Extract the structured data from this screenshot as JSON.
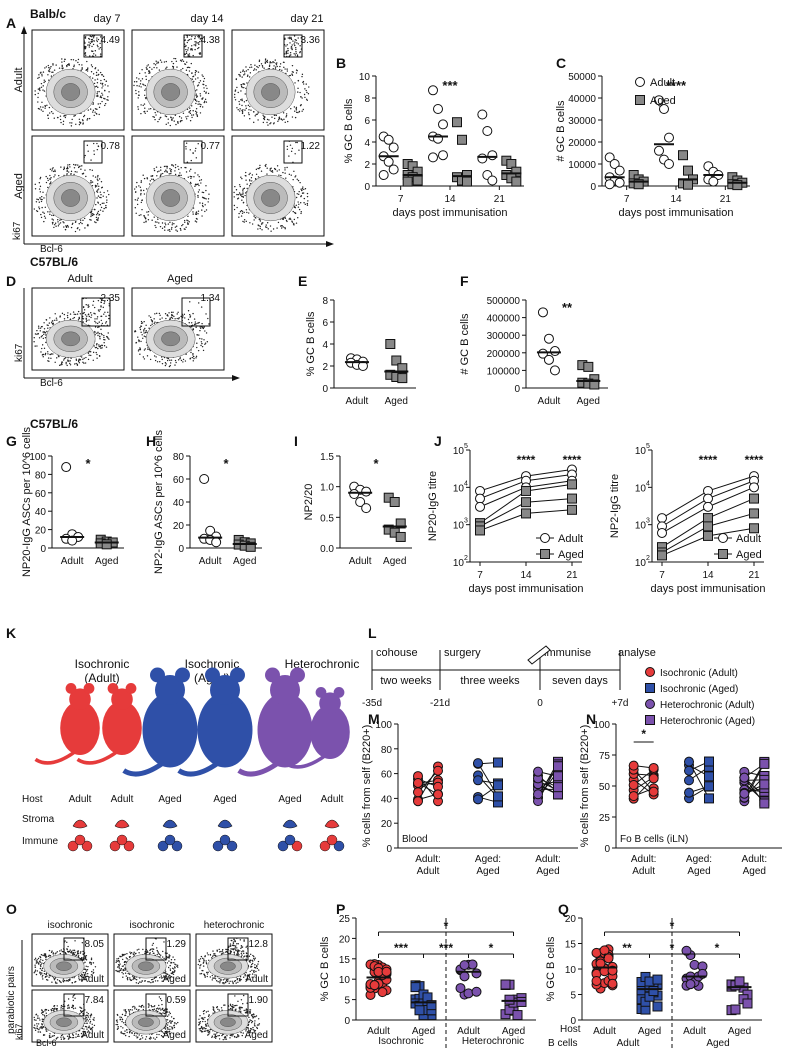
{
  "panel_letters": [
    "A",
    "B",
    "C",
    "D",
    "E",
    "F",
    "G",
    "H",
    "I",
    "J",
    "K",
    "L",
    "M",
    "N",
    "O",
    "P",
    "Q"
  ],
  "strain_labels": {
    "a": "Balb/c",
    "d": "C57BL/6",
    "g": "C57BL/6"
  },
  "flow_a": {
    "days": [
      "day 7",
      "day 14",
      "day 21"
    ],
    "rows": [
      "Adult",
      "Aged"
    ],
    "gates": [
      [
        "4.49",
        "4.38",
        "3.36"
      ],
      [
        "0.78",
        "0.77",
        "1.22"
      ]
    ],
    "xaxis": "Bcl-6",
    "yaxis": "ki67"
  },
  "flow_d": {
    "cols": [
      "Adult",
      "Aged"
    ],
    "gates": [
      "2.35",
      "1.34"
    ],
    "xaxis": "Bcl-6",
    "yaxis": "ki67"
  },
  "flow_o": {
    "cols": [
      "isochronic",
      "isochronic",
      "heterochronic"
    ],
    "gates": [
      [
        "8.05",
        "1.29",
        "12.8"
      ],
      [
        "7.84",
        "0.59",
        "1.90"
      ]
    ],
    "labels": [
      [
        "Adult",
        "Aged",
        "Adult"
      ],
      [
        "Adult",
        "Aged",
        "Aged"
      ]
    ],
    "side": "parabiotic pairs",
    "xaxis": "Bcl-6",
    "yaxis": "ki67"
  },
  "legend_adult_aged": [
    "Adult",
    "Aged"
  ],
  "chart_data": [
    {
      "panel": "B",
      "type": "scatter",
      "ylabel": "% GC B cells",
      "xlabel": "days post immunisation",
      "categories": [
        "7",
        "14",
        "21"
      ],
      "ylim": [
        0,
        10
      ],
      "yticks": [
        "0",
        "2",
        "4",
        "6",
        "8",
        "10"
      ],
      "significance": [
        "",
        "***",
        ""
      ],
      "series": [
        {
          "name": "Adult",
          "values": [
            [
              4.5,
              4.2,
              3.5,
              2.7,
              2.2,
              1.5,
              1.0
            ],
            [
              8.7,
              7.0,
              5.6,
              4.5,
              4.3,
              2.8,
              2.6
            ],
            [
              6.5,
              5.0,
              2.8,
              2.5,
              1.0,
              0.5
            ]
          ]
        },
        {
          "name": "Aged",
          "values": [
            [
              2.0,
              1.8,
              1.3,
              1.0,
              0.8,
              0.5,
              0.4
            ],
            [
              5.8,
              4.2,
              1.0,
              0.8,
              0.5,
              0.4
            ],
            [
              2.3,
              2.0,
              1.3,
              1.0,
              0.7,
              0.4
            ]
          ]
        }
      ]
    },
    {
      "panel": "C",
      "type": "scatter",
      "ylabel": "# GC B cells",
      "xlabel": "days post immunisation",
      "categories": [
        "7",
        "14",
        "21"
      ],
      "ylim": [
        0,
        50000
      ],
      "yticks": [
        "0",
        "10000",
        "20000",
        "30000",
        "40000",
        "50000"
      ],
      "significance": [
        "",
        "****",
        ""
      ],
      "series": [
        {
          "name": "Adult",
          "values": [
            [
              13000,
              10000,
              7000,
              4000,
              2500,
              1500,
              800
            ],
            [
              39000,
              35000,
              22000,
              16000,
              12000,
              10000
            ],
            [
              9000,
              6500,
              5000,
              3000,
              2000
            ]
          ]
        },
        {
          "name": "Aged",
          "values": [
            [
              5000,
              3000,
              2000,
              1200,
              800
            ],
            [
              14000,
              7000,
              3000,
              1200,
              600
            ],
            [
              4000,
              2500,
              1500,
              800,
              400
            ]
          ]
        }
      ]
    },
    {
      "panel": "E",
      "type": "scatter",
      "ylabel": "% GC B cells",
      "categories": [
        "Adult",
        "Aged"
      ],
      "ylim": [
        0,
        8
      ],
      "yticks": [
        "0",
        "2",
        "4",
        "6",
        "8"
      ],
      "significance": [
        "",
        ""
      ],
      "series": [
        {
          "name": "Adult",
          "values": [
            [
              2.7,
              2.6,
              2.4,
              2.3,
              2.1,
              2.0
            ]
          ]
        },
        {
          "name": "Aged",
          "values": [
            [
              4.0,
              2.5,
              1.8,
              1.2,
              1.0,
              0.9
            ]
          ]
        }
      ]
    },
    {
      "panel": "F",
      "type": "scatter",
      "ylabel": "# GC B cells",
      "categories": [
        "Adult",
        "Aged"
      ],
      "ylim": [
        0,
        500000
      ],
      "yticks": [
        "0",
        "100000",
        "200000",
        "300000",
        "400000",
        "500000"
      ],
      "significance": [
        "**"
      ],
      "series": [
        {
          "name": "Adult",
          "values": [
            [
              430000,
              280000,
              210000,
              195000,
              160000,
              100000
            ]
          ]
        },
        {
          "name": "Aged",
          "values": [
            [
              130000,
              120000,
              50000,
              30000,
              25000,
              20000
            ]
          ]
        }
      ]
    },
    {
      "panel": "G",
      "type": "scatter",
      "ylabel": "NP20-IgG ASCs per 10^6 cells",
      "categories": [
        "Adult",
        "Aged"
      ],
      "ylim": [
        0,
        100
      ],
      "yticks": [
        "0",
        "20",
        "40",
        "60",
        "80",
        "100"
      ],
      "significance": [
        "*"
      ],
      "series": [
        {
          "name": "Adult",
          "values": [
            [
              88,
              15,
              12,
              10,
              8
            ]
          ]
        },
        {
          "name": "Aged",
          "values": [
            [
              9,
              7,
              6,
              5,
              4
            ]
          ]
        }
      ]
    },
    {
      "panel": "H",
      "type": "scatter",
      "ylabel": "NP2-IgG ASCs per 10^6 cells",
      "categories": [
        "Adult",
        "Aged"
      ],
      "ylim": [
        0,
        80
      ],
      "yticks": [
        "0",
        "20",
        "40",
        "60",
        "80"
      ],
      "significance": [
        "*"
      ],
      "series": [
        {
          "name": "Adult",
          "values": [
            [
              60,
              15,
              10,
              8,
              7,
              5
            ]
          ]
        },
        {
          "name": "Aged",
          "values": [
            [
              7,
              5,
              4,
              3,
              2,
              1
            ]
          ]
        }
      ]
    },
    {
      "panel": "I",
      "type": "scatter",
      "ylabel": "NP2/20",
      "categories": [
        "Adult",
        "Aged"
      ],
      "ylim": [
        0,
        1.5
      ],
      "yticks": [
        "0.0",
        "0.5",
        "1.0",
        "1.5"
      ],
      "significance": [
        "*"
      ],
      "series": [
        {
          "name": "Adult",
          "values": [
            [
              1.0,
              0.95,
              0.92,
              0.88,
              0.75,
              0.65
            ]
          ]
        },
        {
          "name": "Aged",
          "values": [
            [
              0.82,
              0.75,
              0.4,
              0.3,
              0.25,
              0.18
            ]
          ]
        }
      ]
    },
    {
      "panel": "J1",
      "type": "line",
      "ylabel": "NP20-IgG titre",
      "xlabel": "days post immunisation",
      "categories": [
        "7",
        "14",
        "21"
      ],
      "yscale": "log",
      "ylim": [
        100,
        100000
      ],
      "yticks": [
        "10^2",
        "10^3",
        "10^4",
        "10^5"
      ],
      "significance": [
        "",
        "****",
        "****"
      ],
      "series": [
        {
          "name": "Adult",
          "values": [
            [
              8000,
              5000,
              3000
            ],
            [
              20000,
              15000,
              10000
            ],
            [
              30000,
              22000,
              15000
            ]
          ]
        },
        {
          "name": "Aged",
          "values": [
            [
              1100,
              900,
              700
            ],
            [
              8000,
              4000,
              2000
            ],
            [
              12000,
              5000,
              2500
            ]
          ]
        }
      ]
    },
    {
      "panel": "J2",
      "type": "line",
      "ylabel": "NP2-IgG titre",
      "xlabel": "days post immunisation",
      "categories": [
        "7",
        "14",
        "21"
      ],
      "yscale": "log",
      "ylim": [
        100,
        100000
      ],
      "yticks": [
        "10^2",
        "10^3",
        "10^4",
        "10^5"
      ],
      "significance": [
        "",
        "****",
        "****"
      ],
      "series": [
        {
          "name": "Adult",
          "values": [
            [
              1500,
              900,
              600
            ],
            [
              8000,
              5000,
              3000
            ],
            [
              20000,
              15000,
              10000
            ]
          ]
        },
        {
          "name": "Aged",
          "values": [
            [
              250,
              180,
              150
            ],
            [
              1500,
              900,
              500
            ],
            [
              5000,
              2000,
              800
            ]
          ]
        }
      ]
    },
    {
      "panel": "M",
      "type": "scatter",
      "ylabel": "% cells from self (B220+)",
      "categories": [
        "Adult: Adult",
        "Aged: Aged",
        "Adult: Aged"
      ],
      "ylim": [
        0,
        100
      ],
      "yticks": [
        "0",
        "20",
        "40",
        "60",
        "80",
        "100"
      ],
      "annotation": "Blood",
      "significance": [
        "",
        "",
        ""
      ]
    },
    {
      "panel": "N",
      "type": "scatter",
      "ylabel": "% cells from self (B220+)",
      "categories": [
        "Adult: Adult",
        "Aged: Aged",
        "Adult: Aged"
      ],
      "ylim": [
        0,
        100
      ],
      "yticks": [
        "0",
        "25",
        "50",
        "75",
        "100"
      ],
      "annotation": "Fo B cells (iLN)",
      "significance": [
        "*",
        "",
        ""
      ]
    },
    {
      "panel": "P",
      "type": "scatter",
      "ylabel": "% GC B cells",
      "categories": [
        "Adult",
        "Aged",
        "Adult",
        "Aged"
      ],
      "groups": [
        "Isochronic",
        "Heterochronic"
      ],
      "ylim": [
        0,
        25
      ],
      "yticks": [
        "0",
        "5",
        "10",
        "15",
        "20",
        "25"
      ],
      "significance": [
        "***",
        "***",
        "*",
        "*"
      ]
    },
    {
      "panel": "Q",
      "type": "scatter",
      "ylabel": "% GC B cells",
      "categories": [
        "Adult",
        "Aged",
        "Adult",
        "Aged"
      ],
      "host_label": "Host",
      "bcell_label": "B cells",
      "hosts": [
        "Adult",
        "Aged"
      ],
      "ylim": [
        0,
        20
      ],
      "yticks": [
        "0",
        "5",
        "10",
        "15",
        "20"
      ],
      "significance": [
        "**",
        "*",
        "*",
        "*"
      ]
    }
  ],
  "legend_mnq": [
    "Isochronic (Adult)",
    "Isochronic (Aged)",
    "Heterochronic (Adult)",
    "Heterochronic (Aged)"
  ],
  "colors": {
    "adult_red": "#e63b3b",
    "aged_blue": "#2f50a8",
    "het_purple": "#7b52ad",
    "aged_grey": "#888888"
  },
  "k_titles": [
    "Isochronic (Adult)",
    "Isochronic (Aged)",
    "Heterochronic"
  ],
  "k_rows": {
    "host": "Host",
    "stroma": "Stroma",
    "immune": "Immune"
  },
  "k_hosts": [
    "Adult",
    "Adult",
    "Aged",
    "Aged",
    "Aged",
    "Adult"
  ],
  "timeline": {
    "top": [
      "cohouse",
      "surgery",
      "immunise",
      "analyse"
    ],
    "middle": [
      "two weeks",
      "three weeks",
      "seven days"
    ],
    "bottom": [
      "-35d",
      "-21d",
      "0",
      "+7d"
    ]
  }
}
